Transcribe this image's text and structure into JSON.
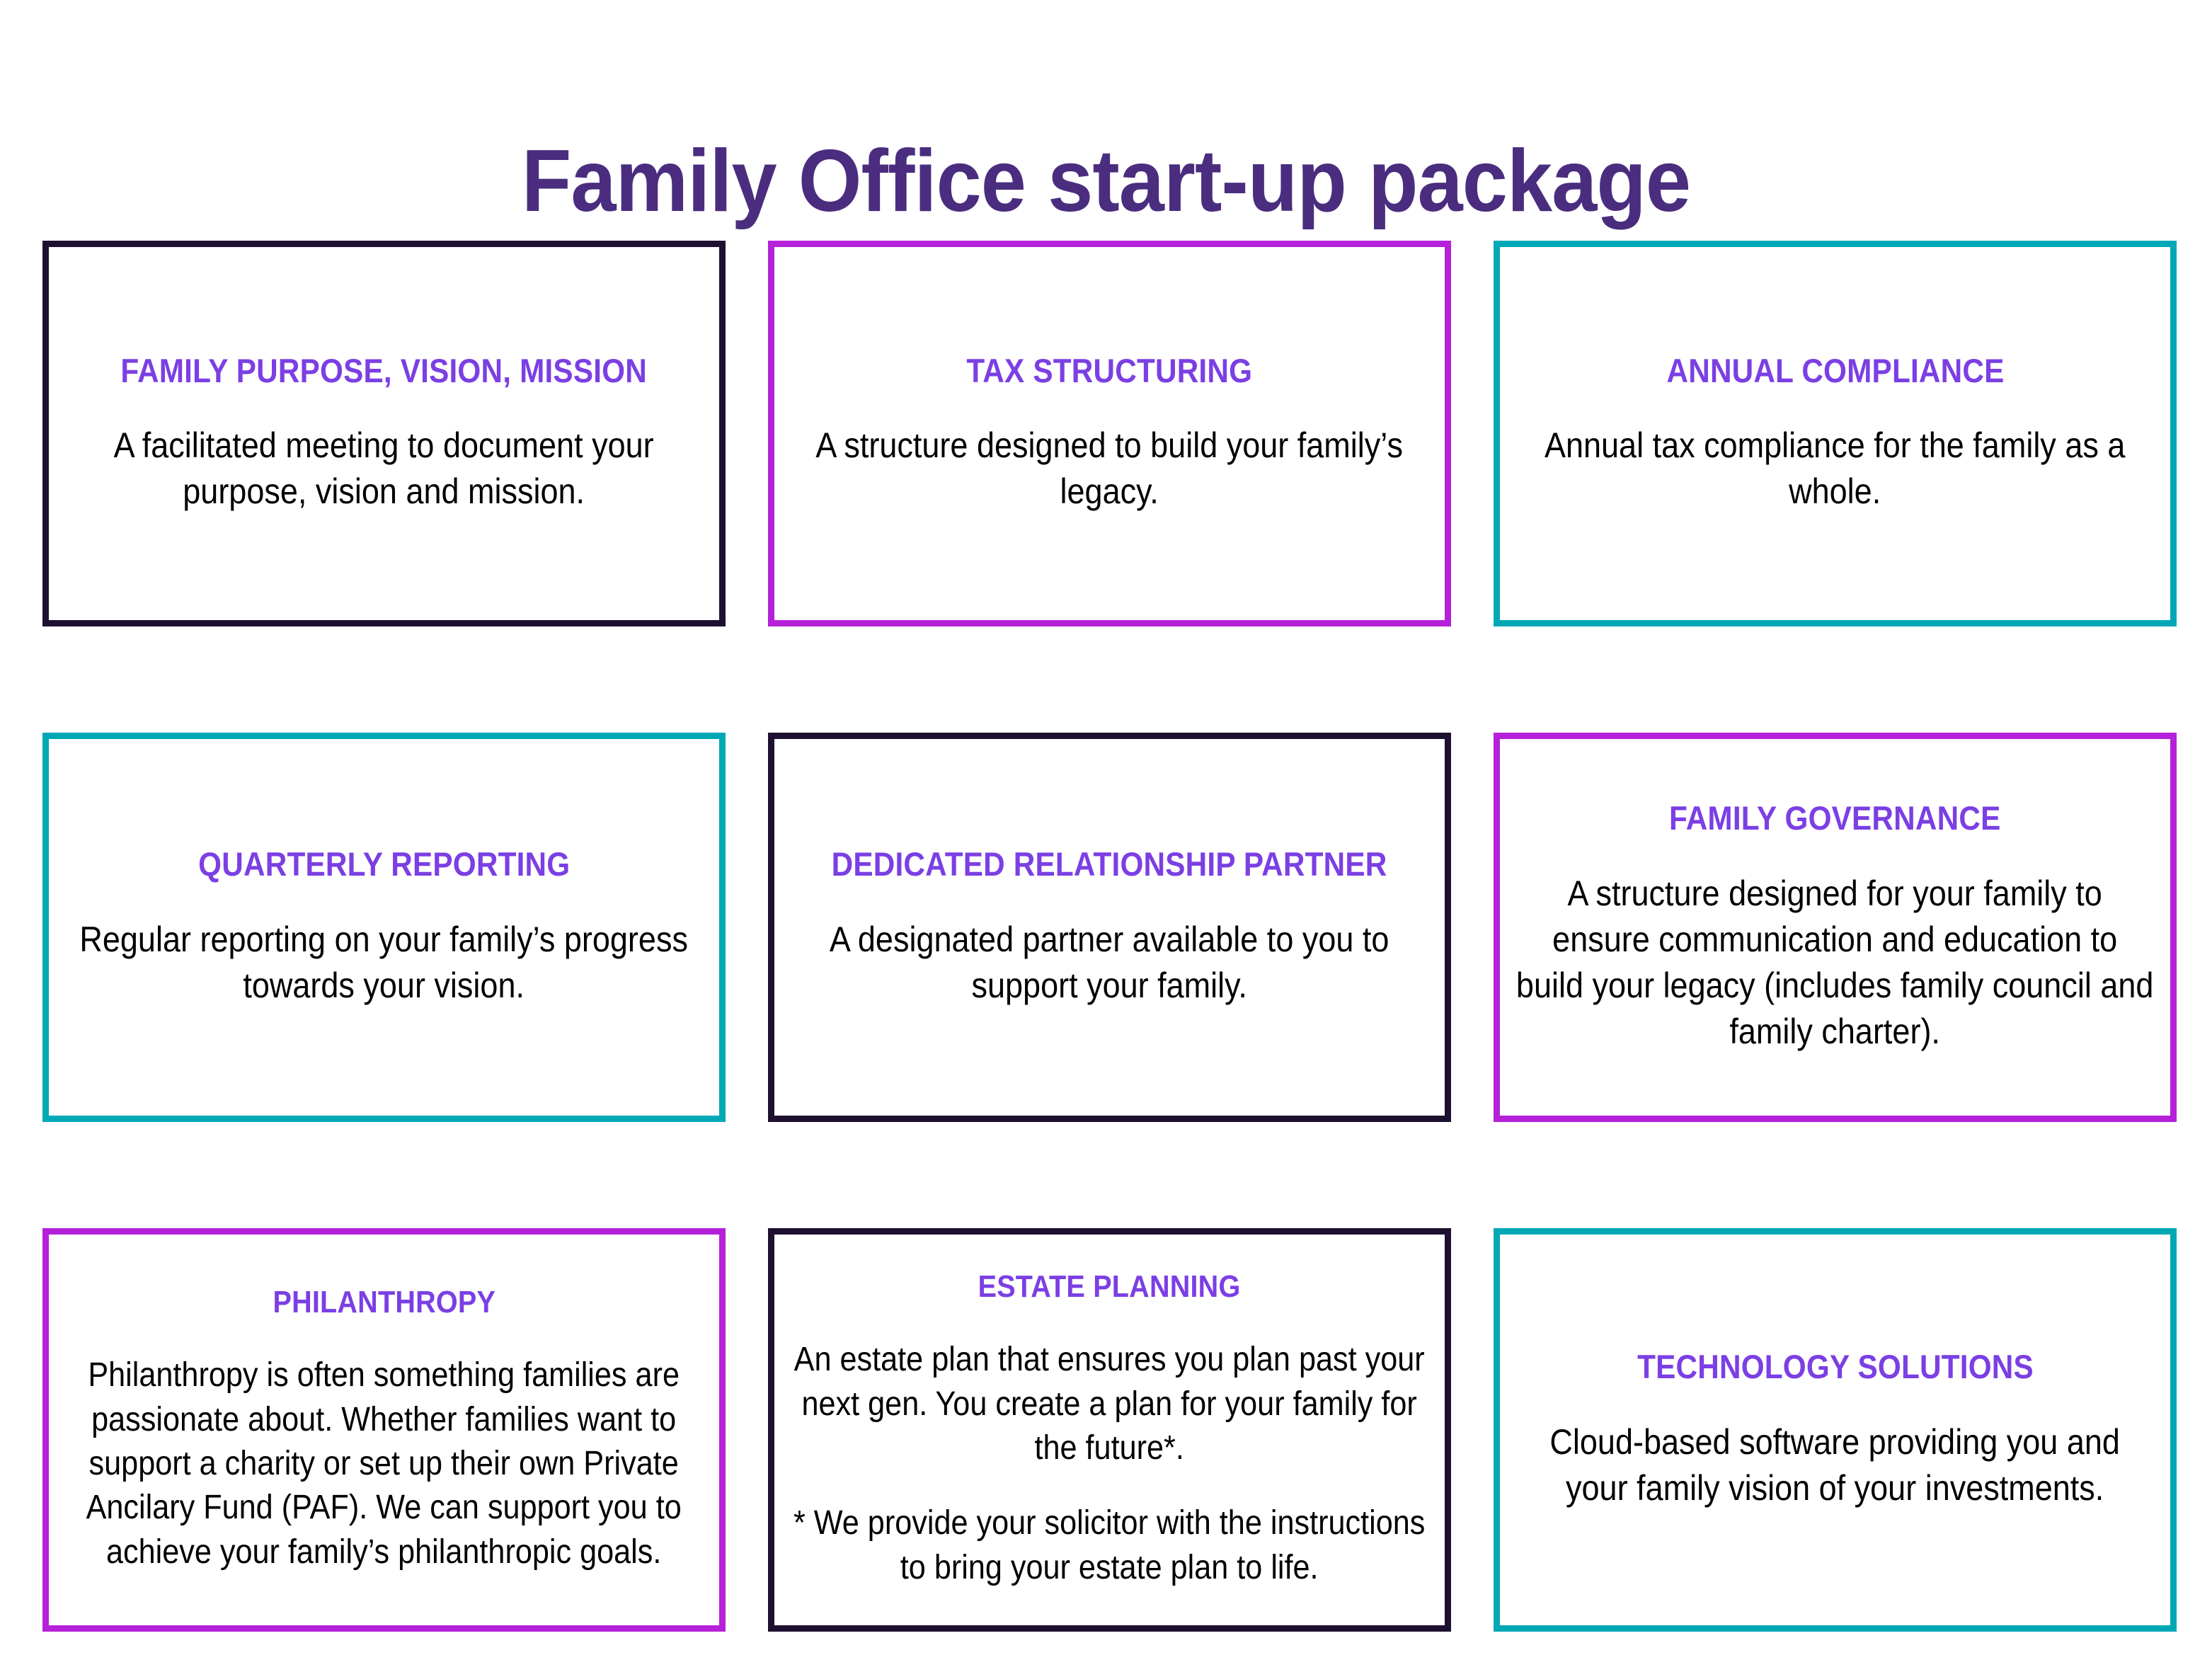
{
  "header": {
    "title": "Family Office start-up package",
    "title_color": "#4A2D7F"
  },
  "theme": {
    "heading_color": "#7B3FE4",
    "body_color": "#000000",
    "background": "#ffffff",
    "accent_dark": "#1E1030",
    "accent_magenta": "#B521D8",
    "accent_teal": "#00A8B5"
  },
  "cards": [
    {
      "heading": "FAMILY PURPOSE, VISION, MISSION",
      "accent": "dark",
      "paragraphs": [
        "A facilitated meeting to document your purpose, vision and mission."
      ]
    },
    {
      "heading": "TAX STRUCTURING",
      "accent": "magenta",
      "paragraphs": [
        "A structure designed to build your family’s legacy."
      ]
    },
    {
      "heading": "ANNUAL COMPLIANCE",
      "accent": "teal",
      "paragraphs": [
        "Annual tax compliance for the family as a whole."
      ]
    },
    {
      "heading": "QUARTERLY REPORTING",
      "accent": "teal",
      "paragraphs": [
        "Regular reporting on your family’s progress towards your vision."
      ]
    },
    {
      "heading": "DEDICATED RELATIONSHIP PARTNER",
      "accent": "dark",
      "paragraphs": [
        "A designated partner available to you to support your family."
      ]
    },
    {
      "heading": "FAMILY GOVERNANCE",
      "accent": "magenta",
      "paragraphs": [
        "A structure designed for your family to ensure communication and education to build your legacy (includes family council and family charter)."
      ]
    },
    {
      "heading": "PHILANTHROPY",
      "accent": "magenta",
      "paragraphs": [
        "Philanthropy is often something families are passionate about. Whether families want to support a charity or set up their own Private Ancilary Fund (PAF).   We can support you to achieve your family’s philanthropic goals."
      ]
    },
    {
      "heading": "ESTATE PLANNING",
      "accent": "dark",
      "paragraphs": [
        "An estate plan that ensures you plan past your next gen. You create a plan for your family for the future*.",
        "* We provide your solicitor with the instructions to bring your estate plan to life."
      ]
    },
    {
      "heading": "TECHNOLOGY SOLUTIONS",
      "accent": "teal",
      "paragraphs": [
        "Cloud-based software providing you and your family vision of your investments."
      ]
    }
  ]
}
